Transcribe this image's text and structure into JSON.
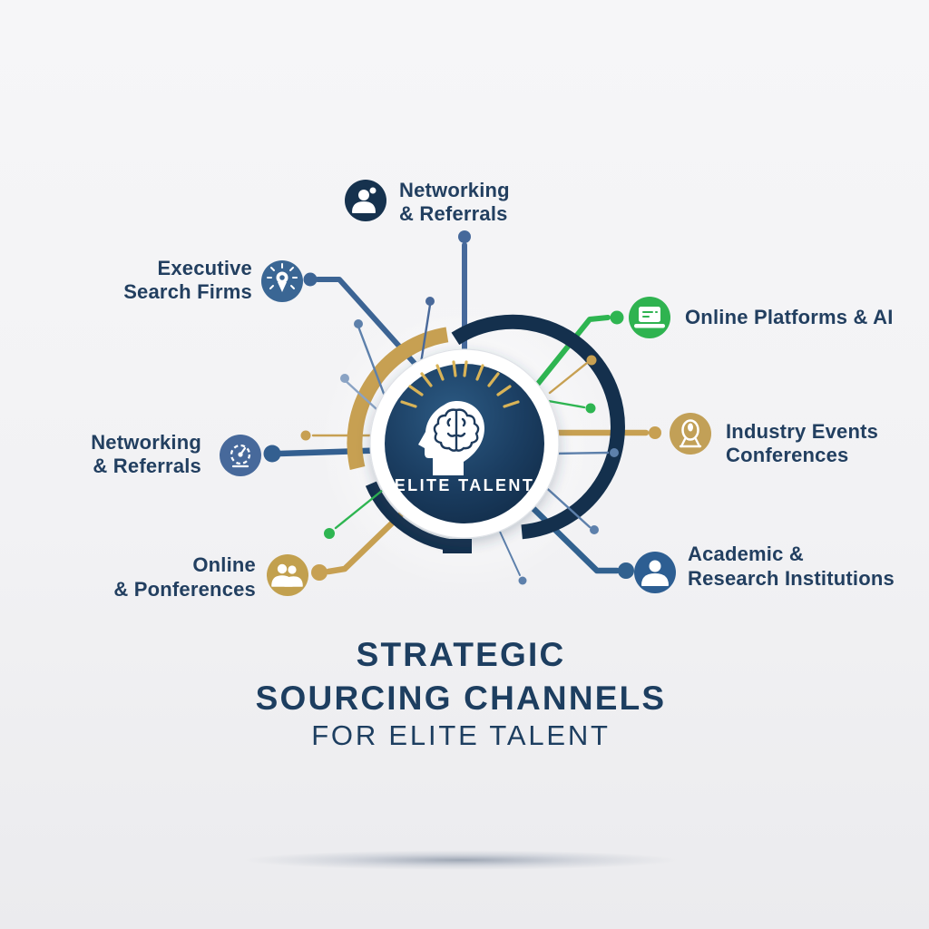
{
  "title": {
    "line1": "STRATEGIC",
    "line2": "SOURCING CHANNELS",
    "line3": "FOR ELITE TALENT"
  },
  "hub": {
    "label": "ELITE TALENT",
    "icon": "head-brain-icon"
  },
  "nodes": [
    {
      "id": "networking-referrals-top",
      "line1": "Networking",
      "line2": "& Referrals",
      "icon": "person-bun-icon",
      "accent": "#16324e"
    },
    {
      "id": "executive-search-firms",
      "line1": "Executive",
      "line2": "Search Firms",
      "icon": "idea-pin-icon",
      "accent": "#3a6694"
    },
    {
      "id": "online-platforms-ai",
      "line1": "Online Platforms & AI",
      "line2": "",
      "icon": "laptop-icon",
      "accent": "#2fb350"
    },
    {
      "id": "industry-events-conferences",
      "line1": "Industry Events",
      "line2": "Conferences",
      "icon": "projector-icon",
      "accent": "#c2a057"
    },
    {
      "id": "academic-research-institutions",
      "line1": "Academic &",
      "line2": "Research Institutions",
      "icon": "person-icon",
      "accent": "#2d5e92"
    },
    {
      "id": "networking-referrals-left",
      "line1": "Networking",
      "line2": "& Referrals",
      "icon": "gauge-icon",
      "accent": "#47699b"
    },
    {
      "id": "online-ponferences",
      "line1": "Online",
      "line2": "& Ponferences",
      "icon": "people-icon",
      "accent": "#c2a04e"
    }
  ],
  "colors": {
    "background": "#f2f2f4",
    "navy": "#14304d",
    "blue": "#3c6494",
    "steel": "#5d80ab",
    "green": "#2eb551",
    "gold": "#c7a052",
    "label_text": "#223f60",
    "title_text": "#1d3e60"
  }
}
